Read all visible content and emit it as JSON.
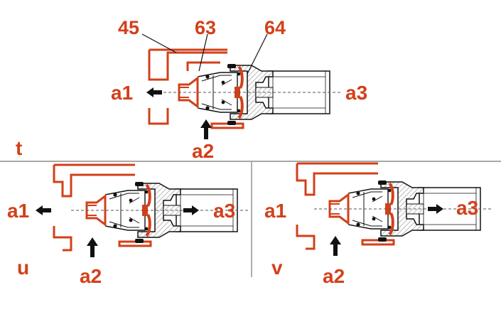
{
  "colors": {
    "accent": "#d2401a",
    "ink": "#111111",
    "gray": "#555555",
    "hatch": "#9a9a9a",
    "background": "#ffffff"
  },
  "panels": [
    {
      "label": "t",
      "ports": {
        "a1": "a1",
        "a2": "a2",
        "a3": "a3"
      },
      "callouts": [
        "45",
        "63",
        "64"
      ],
      "flow_right": false
    },
    {
      "label": "u",
      "ports": {
        "a1": "a1",
        "a2": "a2",
        "a3": "a3"
      },
      "callouts": [],
      "flow_right": true
    },
    {
      "label": "v",
      "ports": {
        "a1": "a1",
        "a2": "a2",
        "a3": "a3"
      },
      "callouts": [],
      "flow_right": true
    }
  ]
}
